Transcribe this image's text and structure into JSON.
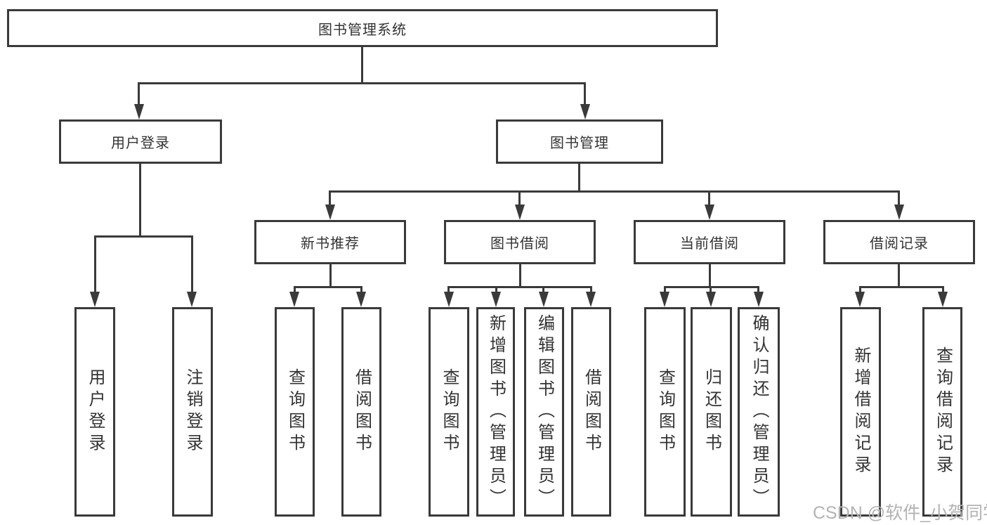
{
  "diagram": {
    "tree": {
      "label": "图书管理系统",
      "children": [
        {
          "label": "用户登录",
          "children": [
            {
              "label": "用户登录"
            },
            {
              "label": "注销登录"
            }
          ]
        },
        {
          "label": "图书管理",
          "children": [
            {
              "label": "新书推荐",
              "children": [
                {
                  "label": "查询图书"
                },
                {
                  "label": "借阅图书"
                }
              ]
            },
            {
              "label": "图书借阅",
              "children": [
                {
                  "label": "查询图书"
                },
                {
                  "label": "新增图书（管理员）"
                },
                {
                  "label": "编辑图书（管理员）"
                },
                {
                  "label": "借阅图书"
                }
              ]
            },
            {
              "label": "当前借阅",
              "children": [
                {
                  "label": "查询图书"
                },
                {
                  "label": "归还图书"
                },
                {
                  "label": "确认归还（管理员）"
                }
              ]
            },
            {
              "label": "借阅记录",
              "children": [
                {
                  "label": "新增借阅记录"
                },
                {
                  "label": "查询借阅记录"
                }
              ]
            }
          ]
        }
      ]
    },
    "watermark": "CSDN @软件_小贺同学",
    "colors": {
      "line": "#3a3a3a",
      "text": "#333333",
      "watermark": "#b3b3b3",
      "box_fill": "#ffffff",
      "background": "#ffffff"
    }
  }
}
